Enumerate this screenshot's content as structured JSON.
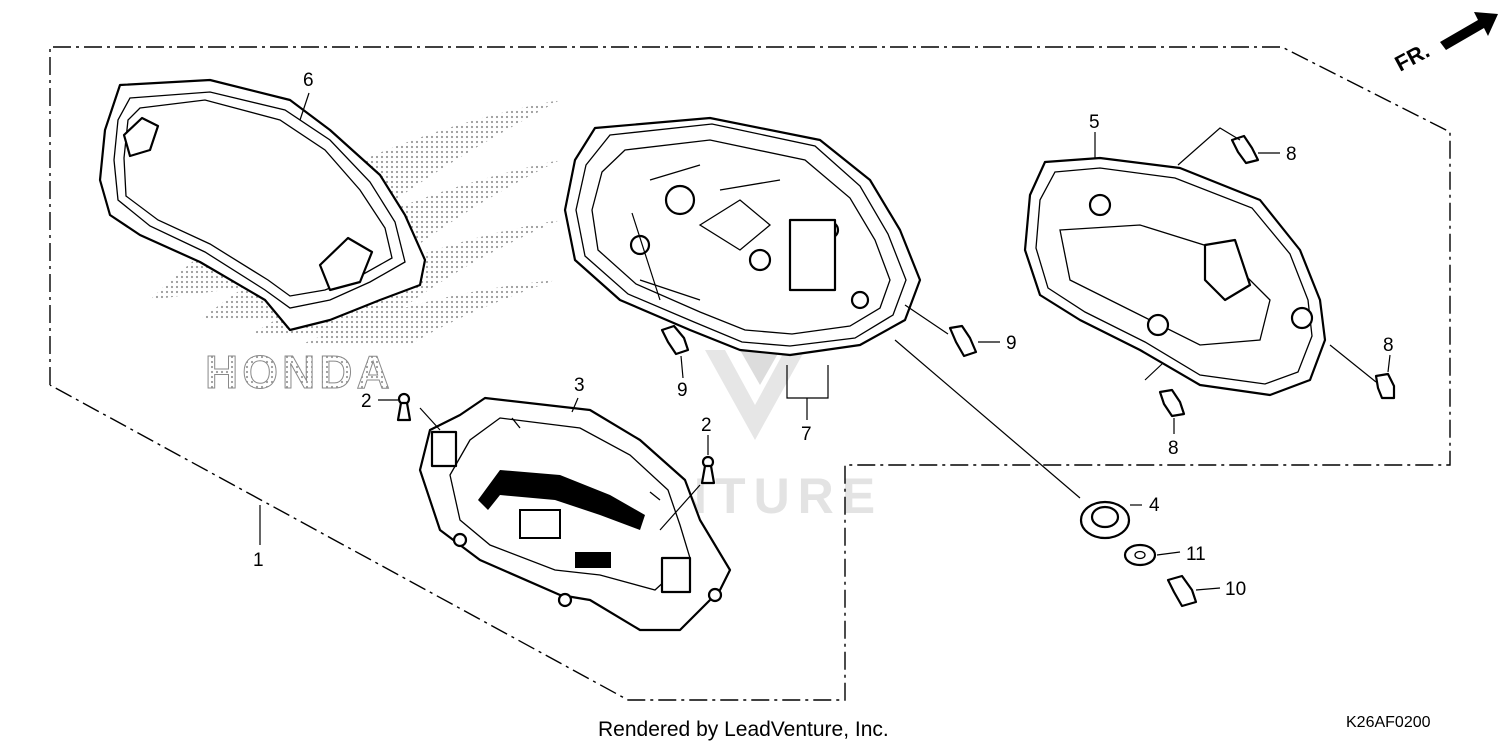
{
  "direction_label": "FR.",
  "footer": {
    "credit": "Rendered by LeadVenture, Inc.",
    "diagram_code": "K26AF0200"
  },
  "watermark": {
    "brand_text": "HONDA",
    "dealer_text": "ADVENTURE"
  },
  "callouts": {
    "c1": "1",
    "c2a": "2",
    "c2b": "2",
    "c3": "3",
    "c4": "4",
    "c5": "5",
    "c6": "6",
    "c7": "7",
    "c8a": "8",
    "c8b": "8",
    "c8c": "8",
    "c9a": "9",
    "c9b": "9",
    "c10": "10",
    "c11": "11"
  },
  "colors": {
    "line": "#000000",
    "watermark": "#d8d8d8"
  }
}
